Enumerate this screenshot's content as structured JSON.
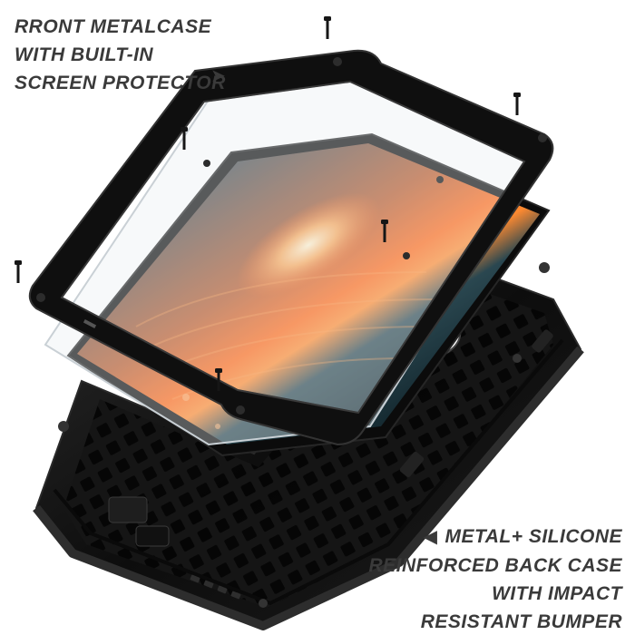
{
  "captions": {
    "front": {
      "lines": [
        "RRONT METALCASE",
        "WITH BUILT-IN",
        "SCREEN PROTECTOR"
      ],
      "arrow": "➤"
    },
    "back": {
      "arrow": "◀",
      "lines": [
        "METAL+ SILICONE",
        "REINFORCED BACK CASE",
        "WITH IMPACT",
        "RESISTANT BUMPER"
      ]
    }
  },
  "colors": {
    "case_metal": "#111111",
    "case_edge": "#2a2a2a",
    "glass": "#e9edf0",
    "sky_top": "#2f3f49",
    "sky_glow": "#ff6a1a",
    "sun": "#ffd08a",
    "sea": "#1f3b44",
    "caption_text": "#3a3a3a"
  },
  "icons": [
    "screw-icon",
    "arrow-right-icon",
    "arrow-left-icon",
    "camera-hole-icon"
  ]
}
